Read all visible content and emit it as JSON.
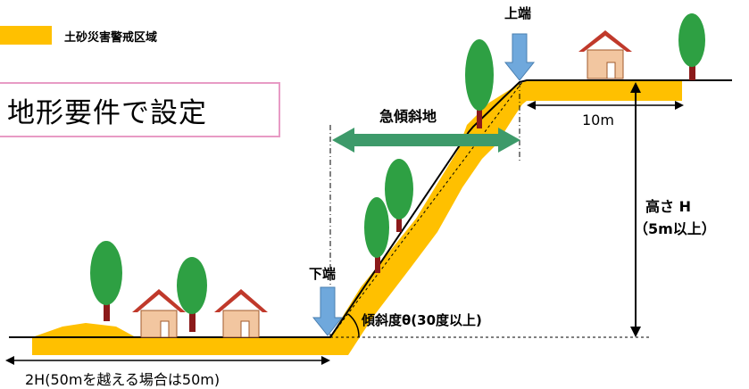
{
  "legend": {
    "label": "土砂災害警戒区域",
    "color": "#FFC000"
  },
  "title": "地形要件で設定",
  "labels": {
    "top_end": "上端",
    "bottom_end": "下端",
    "steep_slope": "急傾斜地",
    "width_top": "10m",
    "height_line1": "高さ H",
    "height_line2": "（5m以上）",
    "angle": "傾斜度θ(30度以上)",
    "bottom_width": "2H(50mを越える場合は50m)"
  },
  "colors": {
    "zone": "#FFC000",
    "arrow_down": "#6FA8DC",
    "arrow_horizontal": "#3D9A6A",
    "tree": "#2EA043",
    "trunk": "#8B1A1A",
    "roof": "#C0392B",
    "house_wall": "#F2C6A0",
    "title_border": "#E89BC5"
  },
  "icons": [
    "tree-icon",
    "house-icon",
    "down-arrow-icon",
    "double-arrow-icon"
  ]
}
